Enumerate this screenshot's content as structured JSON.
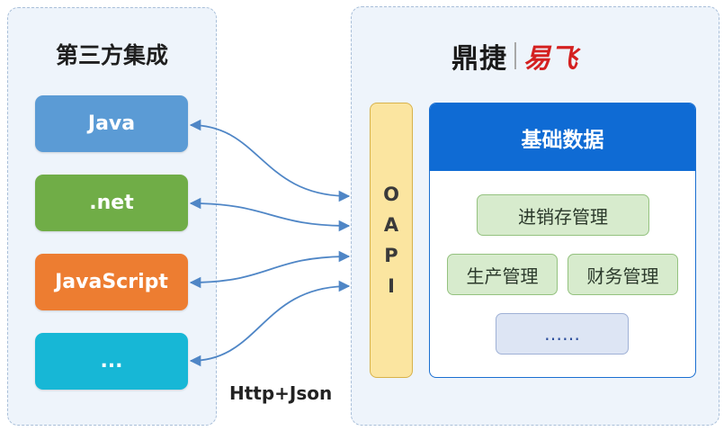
{
  "left": {
    "title": "第三方集成",
    "items": [
      {
        "label": "Java",
        "color": "#5b9bd5"
      },
      {
        "label": ".net",
        "color": "#70ad47"
      },
      {
        "label": "JavaScript",
        "color": "#ed7d31"
      },
      {
        "label": "...",
        "color": "#17b7d6"
      }
    ]
  },
  "protocol": "Http+Json",
  "right": {
    "brand": {
      "cn": "鼎捷",
      "en": "易飞",
      "cn_color": "#1a1a1a",
      "accent": "#d42020"
    },
    "api_label": [
      "O",
      "A",
      "P",
      "I"
    ],
    "basic_data": {
      "title": "基础数据",
      "modules": [
        "进销存管理",
        "生产管理",
        "财务管理",
        "……"
      ]
    }
  }
}
